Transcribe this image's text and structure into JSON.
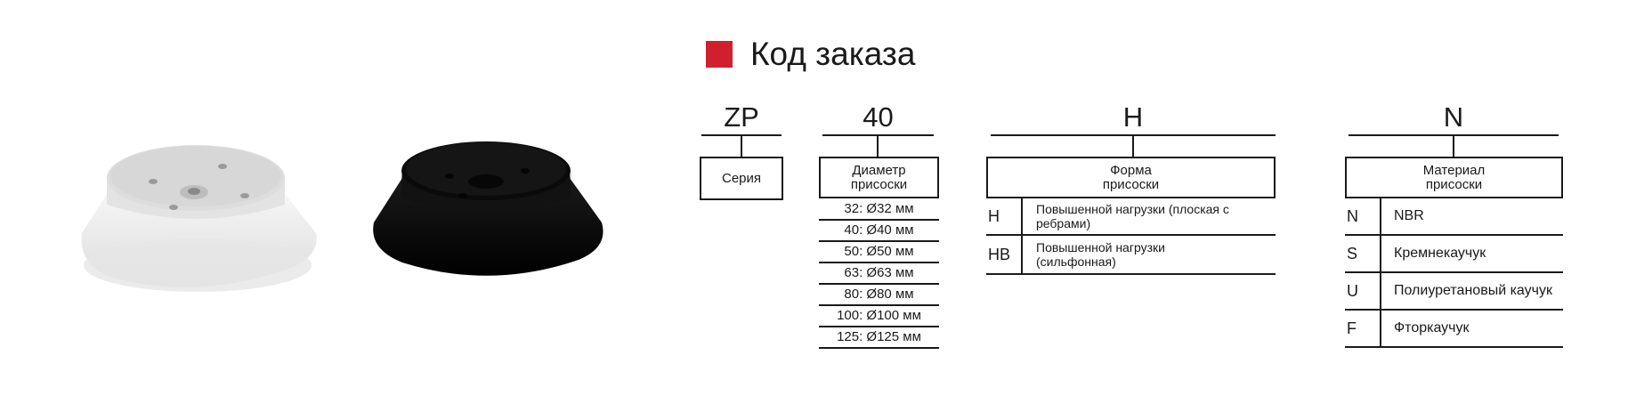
{
  "header": {
    "title": "Код заказа",
    "accent_color": "#d0202e"
  },
  "products": [
    {
      "name": "white-suction-cup",
      "color": "#e8e8e8"
    },
    {
      "name": "black-suction-cup",
      "color": "#0c0c0c"
    }
  ],
  "series": {
    "code": "ZP",
    "label": "Серия"
  },
  "diameter": {
    "code": "40",
    "label": "Диаметр\nприсоски",
    "options": [
      "32: Ø32 мм",
      "40: Ø40 мм",
      "50: Ø50 мм",
      "63: Ø63 мм",
      "80: Ø80 мм",
      "100: Ø100 мм",
      "125: Ø125 мм"
    ]
  },
  "shape": {
    "code": "H",
    "label": "Форма\nприсоски",
    "options": [
      {
        "code": "H",
        "desc": "Повышенной нагрузки (плоская с\nребрами)"
      },
      {
        "code": "HB",
        "desc": "Повышенной нагрузки\n(сильфонная)"
      }
    ]
  },
  "material": {
    "code": "N",
    "label": "Материал\nприсоски",
    "options": [
      {
        "code": "N",
        "desc": "NBR"
      },
      {
        "code": "S",
        "desc": "Кремнекаучук"
      },
      {
        "code": "U",
        "desc": "Полиуретановый каучук"
      },
      {
        "code": "F",
        "desc": "Фторкаучук"
      }
    ]
  }
}
